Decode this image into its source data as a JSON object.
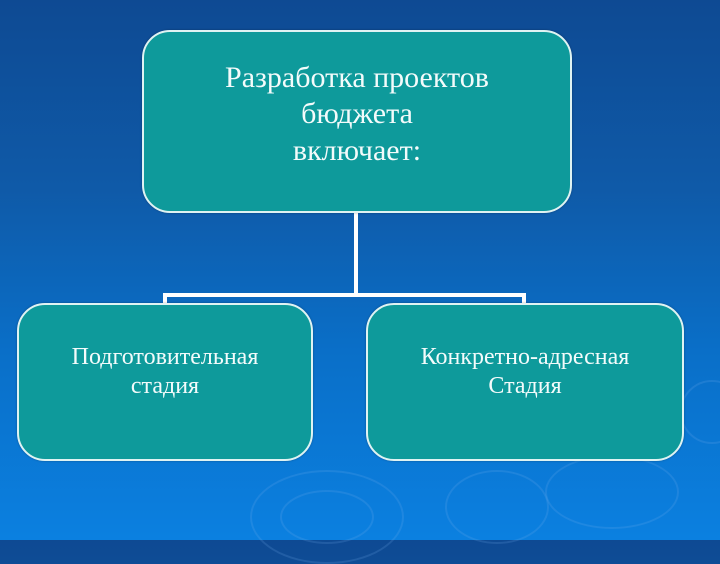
{
  "diagram": {
    "root": {
      "line1": "Разработка проектов",
      "line2": "бюджета",
      "line3": "включает:"
    },
    "children": [
      {
        "line1": "Подготовительная",
        "line2": "стадия"
      },
      {
        "line1": "Конкретно-адресная",
        "line2": "Стадия"
      }
    ]
  },
  "colors": {
    "box_fill": "#0e9a9b",
    "box_border": "#dff3f3",
    "connector": "#ffffff",
    "background_top": "#0e4a93",
    "background_bottom": "#0b80e0"
  }
}
